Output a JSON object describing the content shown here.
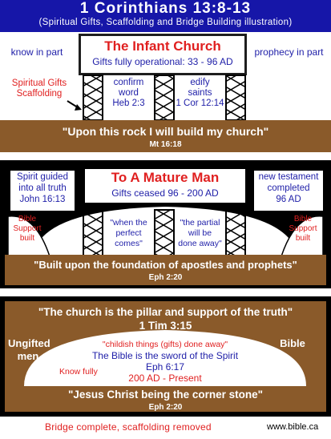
{
  "header": {
    "title": "1 Corinthians 13:8-13",
    "subtitle": "(Spiritual Gifts, Scaffolding and Bridge Building illustration)"
  },
  "panel1": {
    "left_label": "know in part",
    "right_label": "prophecy in part",
    "box_title": "The Infant Church",
    "box_subtitle": "Gifts fully operational: 33 - 96 AD",
    "scaffold_label_1": "Spiritual Gifts",
    "scaffold_label_2": "Scaffolding",
    "span_left_1": "confirm",
    "span_left_2": "word",
    "span_left_3": "Heb 2:3",
    "span_right_1": "edify",
    "span_right_2": "saints",
    "span_right_3": "1 Cor 12:14",
    "ground_quote": "\"Upon this rock I will build my church\"",
    "ground_ref": "Mt 16:18"
  },
  "panel2": {
    "left_1": "Spirit guided",
    "left_2": "into all truth",
    "left_3": "John 16:13",
    "box_title": "To A Mature Man",
    "box_subtitle": "Gifts ceased 96 - 200 AD",
    "right_1": "new testament",
    "right_2": "completed",
    "right_3": "96 AD",
    "support_left_1": "Bible",
    "support_left_2": "Support",
    "support_left_3": "built",
    "support_right_1": "Bible",
    "support_right_2": "Support",
    "support_right_3": "built",
    "mid_left_1": "\"when the",
    "mid_left_2": "perfect",
    "mid_left_3": "comes\"",
    "mid_right_1": "\"the partial",
    "mid_right_2": "will be",
    "mid_right_3": "done away\"",
    "ground_quote": "\"Built upon the foundation of apostles and prophets\"",
    "ground_ref": "Eph 2:20"
  },
  "panel3": {
    "top_quote": "\"The church is the pillar and support of the truth\"",
    "top_ref": "1 Tim 3:15",
    "left_1": "Ungifted",
    "left_2": "men",
    "right": "Bible",
    "arch_1": "\"childish things (gifts) done away\"",
    "arch_2": "The Bible is the sword of the Spirit",
    "arch_3": "Eph 6:17",
    "arch_4": "200 AD - Present",
    "know_fully": "Know fully",
    "ground_quote": "\"Jesus Christ being the corner stone\"",
    "ground_ref": "Eph 2:20"
  },
  "footer": {
    "caption": "Bridge complete, scaffolding removed",
    "site": "www.bible.ca"
  },
  "colors": {
    "blue": "#1616a8",
    "red": "#e02020",
    "brown": "#8a5a2a",
    "black": "#000000"
  }
}
